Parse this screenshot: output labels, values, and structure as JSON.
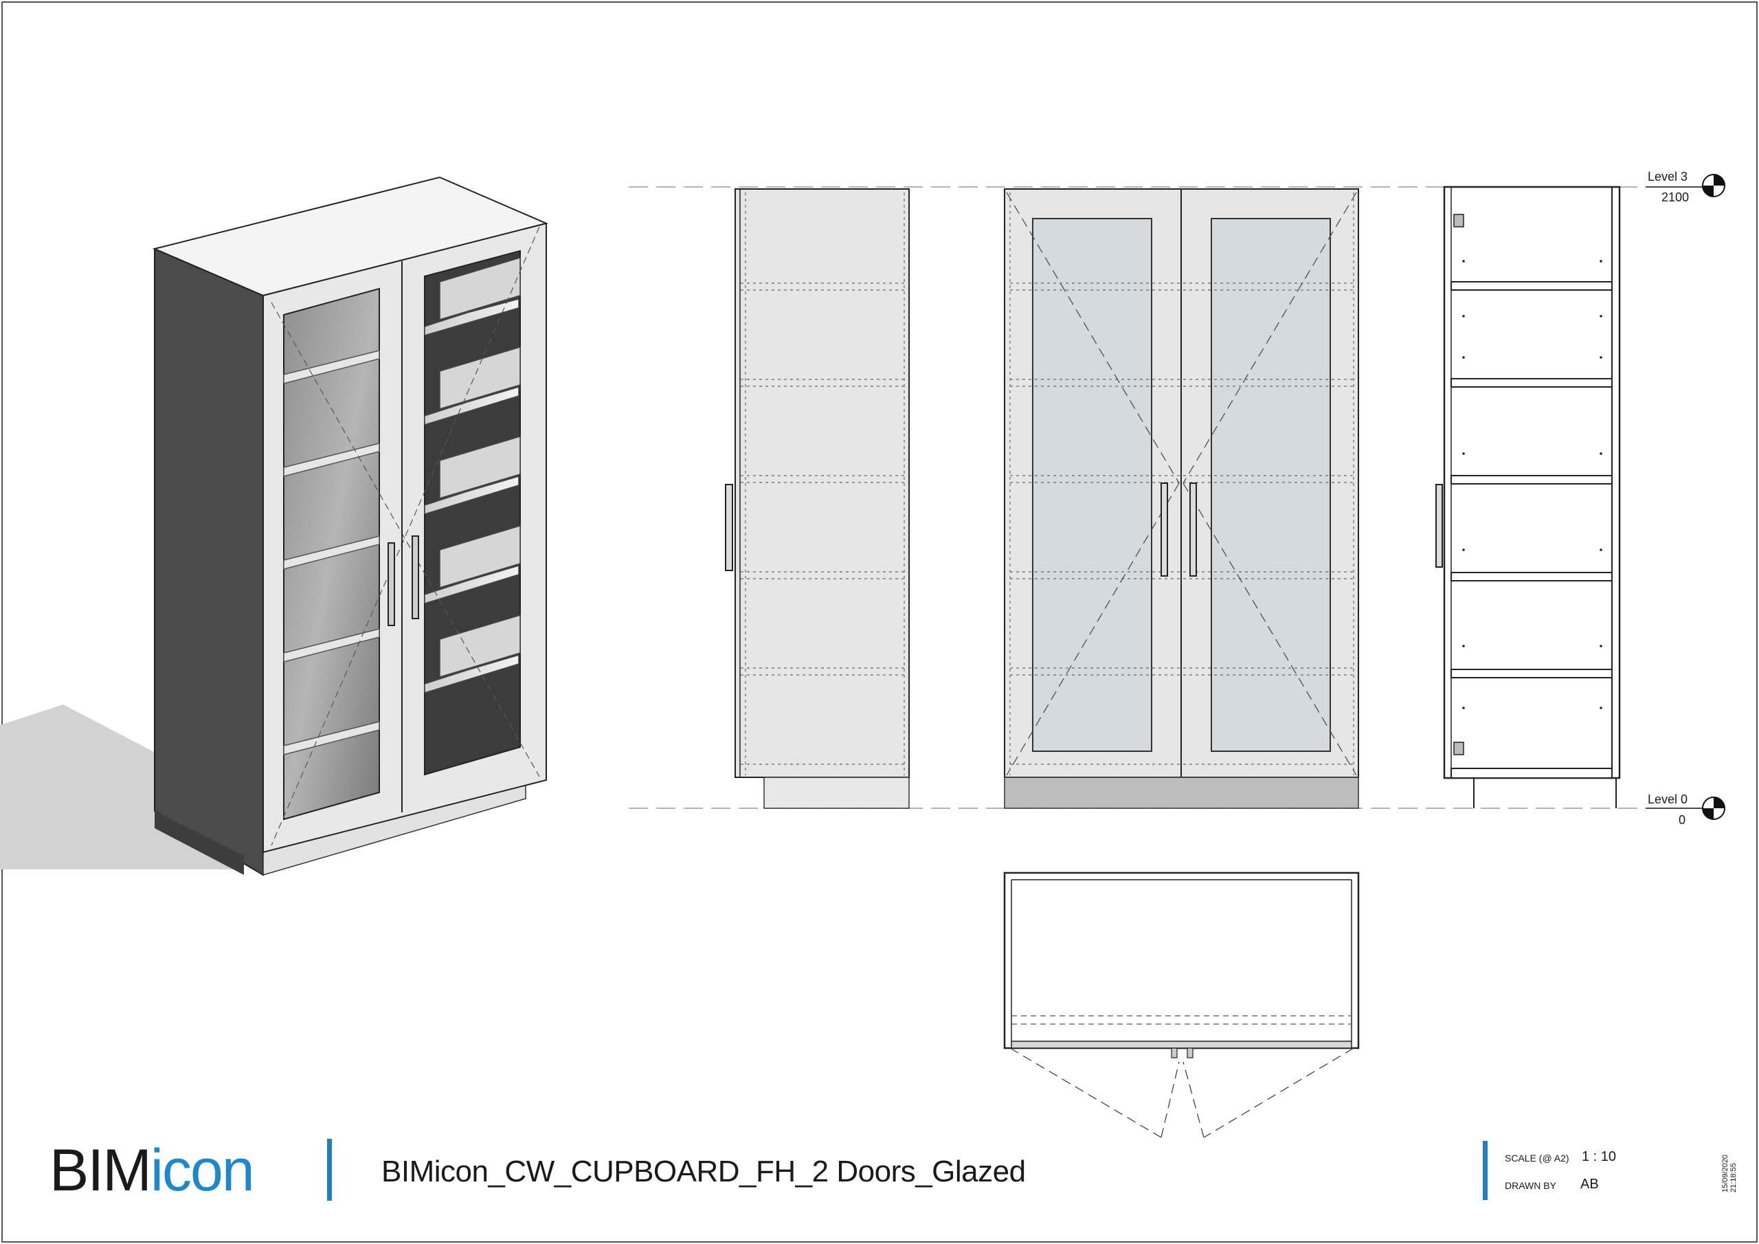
{
  "title_block": {
    "logo_prefix": "BIM",
    "logo_suffix": "icon",
    "drawing_title": "BIMicon_CW_CUPBOARD_FH_2 Doors_Glazed",
    "scale_label": "SCALE (@ A2)",
    "scale_value": "1 : 10",
    "drawn_by_label": "DRAWN BY",
    "drawn_by_value": "AB",
    "date": "15/09/2020",
    "time": "21:18:55"
  },
  "levels": {
    "top": {
      "name": "Level 3",
      "elevation": "2100"
    },
    "bottom": {
      "name": "Level 0",
      "elevation": "0"
    }
  },
  "colors": {
    "accent": "#1e7fc2",
    "logo_blue": "#1e88c8",
    "panel_fill": "#e4e4e4",
    "glass_fill": "#d4dadd",
    "cabinet_side": "#4a4a4a",
    "shadow": "#d0d0d0"
  },
  "icons": {
    "level_marker": "level-datum-icon",
    "logo": "bimicon-logo"
  }
}
